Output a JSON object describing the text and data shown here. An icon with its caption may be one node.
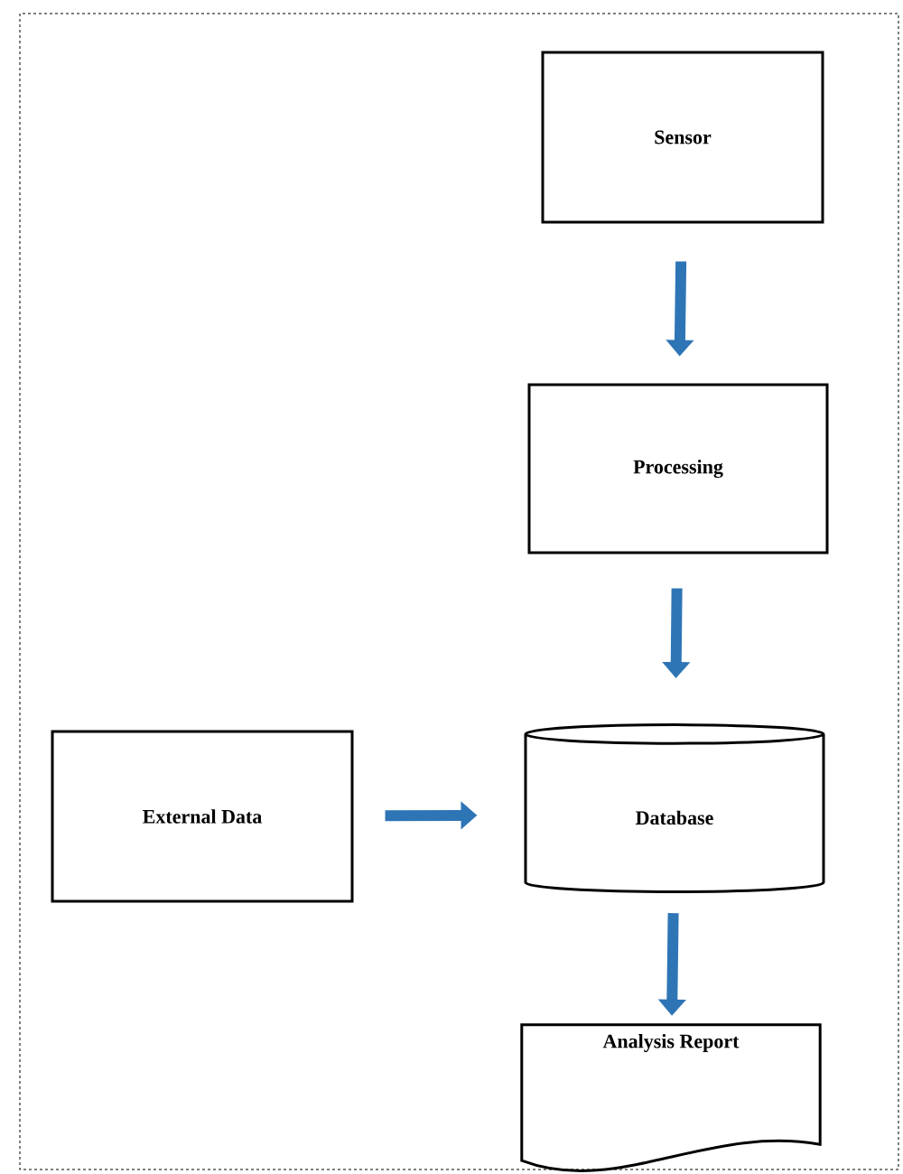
{
  "diagram": {
    "nodes": [
      {
        "text": [
          "Sensor"
        ]
      },
      {
        "text": [
          "Processing"
        ]
      },
      {
        "text": [
          "External Data"
        ]
      },
      {
        "text": [
          "Database"
        ]
      },
      {
        "text": [
          "Analysis Report"
        ]
      }
    ],
    "edges": [
      {
        "from": 0,
        "to": 1,
        "arrow": "to",
        "color": "#2e75b6"
      },
      {
        "from": 1,
        "to": 3,
        "arrow": "to",
        "color": "#2e75b6"
      },
      {
        "from": 2,
        "to": 3,
        "arrow": "to",
        "color": "#2e75b6"
      },
      {
        "from": 3,
        "to": 4,
        "arrow": "to",
        "color": "#2e75b6"
      }
    ]
  }
}
